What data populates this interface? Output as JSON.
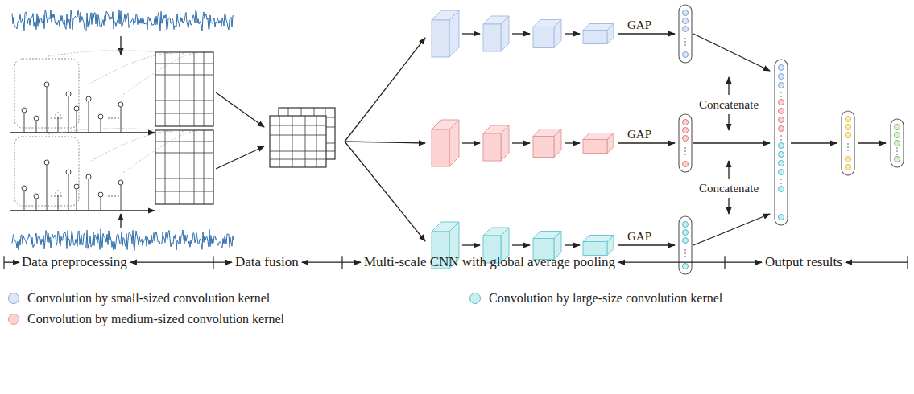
{
  "diagram": {
    "labels": [
      "GAP",
      "GAP",
      "GAP",
      "Concatenate",
      "Concatenate",
      "Data preprocessing",
      "Data fusion",
      "Multi-scale CNN with global average pooling",
      "Output results"
    ],
    "legend": [
      {
        "text": "Convolution by small-sized convolution kernel",
        "color": "#dce6f7"
      },
      {
        "text": "Convolution by large-size convolution kernel",
        "color": "#c9eef0"
      },
      {
        "text": "Convolution by medium-sized convolution kernel",
        "color": "#fbd3d3"
      }
    ]
  }
}
